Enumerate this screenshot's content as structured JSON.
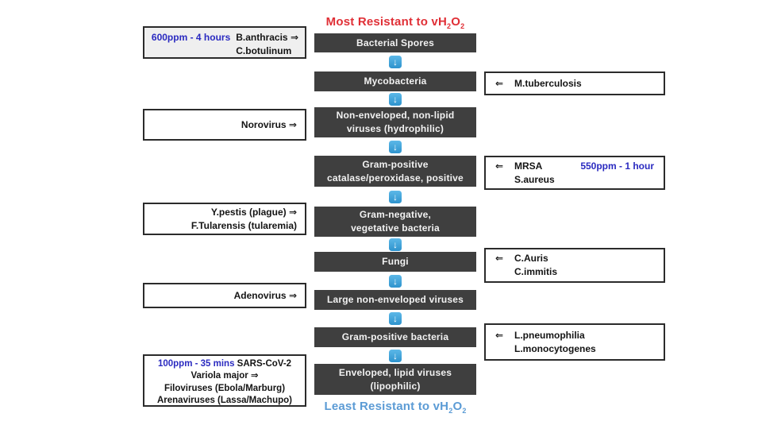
{
  "titles": {
    "top": {
      "prefix": "Most Resistant to vH",
      "sub1": "2",
      "mid": "O",
      "sub2": "2"
    },
    "bottom": {
      "prefix": "Least Resistant to vH",
      "sub1": "2",
      "mid": "O",
      "sub2": "2"
    }
  },
  "icons": {
    "down_arrow": "↓",
    "right_arrow": "⇒",
    "left_arrow": "⇐"
  },
  "colors": {
    "most_resistant_red": "#e02f36",
    "least_resistant_blue": "#5b9bd5",
    "dose_blue": "#2a2ac0",
    "chain_box_dark": "#3f3f3f",
    "step_arrow_blue": "#3fa6dd"
  },
  "chain": [
    {
      "label_lines": [
        "Bacterial Spores"
      ]
    },
    {
      "label_lines": [
        "Mycobacteria"
      ]
    },
    {
      "label_lines": [
        "Non-enveloped, non-lipid",
        "viruses (hydrophilic)"
      ]
    },
    {
      "label_lines": [
        "Gram-positive",
        "catalase/peroxidase, positive"
      ]
    },
    {
      "label_lines": [
        "Gram-negative,",
        "vegetative bacteria"
      ]
    },
    {
      "label_lines": [
        "Fungi"
      ]
    },
    {
      "label_lines": [
        "Large non-enveloped viruses"
      ]
    },
    {
      "label_lines": [
        "Gram-positive bacteria"
      ]
    },
    {
      "label_lines": [
        "Enveloped, lipid viruses",
        "(lipophilic)"
      ]
    }
  ],
  "left_notes": [
    {
      "dose": "600ppm - 4 hours",
      "lines": [
        "B.anthracis ⇒",
        "C.botulinum"
      ]
    },
    {
      "lines": [
        "Norovirus ⇒"
      ]
    },
    {
      "lines": [
        "Y.pestis (plague) ⇒",
        "F.Tularensis (tularemia)"
      ]
    },
    {
      "lines": [
        "Adenovirus ⇒"
      ]
    },
    {
      "dose": "100ppm - 35 mins",
      "dose_suffix": "SARS-CoV-2",
      "lines": [
        "Variola major ⇒",
        "Filoviruses (Ebola/Marburg)",
        "Arenaviruses (Lassa/Machupo)"
      ]
    }
  ],
  "right_notes": [
    {
      "arrow": "⇐",
      "lines": [
        "M.tuberculosis"
      ]
    },
    {
      "arrow": "⇐",
      "lines": [
        "MRSA",
        "S.aureus"
      ],
      "dose": "550ppm - 1 hour"
    },
    {
      "arrow": "⇐",
      "lines": [
        "C.Auris",
        "C.immitis"
      ]
    },
    {
      "arrow": "⇐",
      "lines": [
        "L.pneumophilia",
        "L.monocytogenes"
      ]
    }
  ]
}
